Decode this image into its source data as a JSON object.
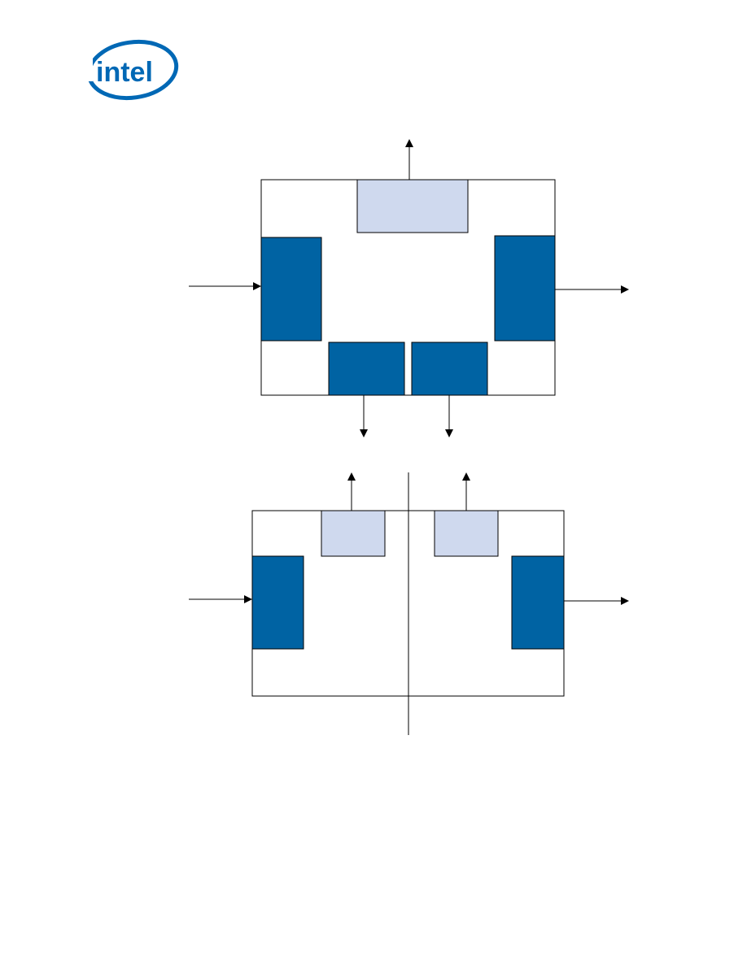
{
  "logo": {
    "text": "intel",
    "icon": "intel-logo-icon",
    "color": "#0068b5"
  },
  "colors": {
    "dark_block": "#0063a3",
    "light_block": "#cfd9ee",
    "frame_stroke": "#000000",
    "arrow": "#000000"
  },
  "diagrams": [
    {
      "name": "top-diagram",
      "blocks": [
        {
          "name": "top-center-block",
          "style": "light"
        },
        {
          "name": "left-input-block",
          "style": "dark"
        },
        {
          "name": "right-output-block",
          "style": "dark"
        },
        {
          "name": "bottom-left-block",
          "style": "dark"
        },
        {
          "name": "bottom-right-block",
          "style": "dark"
        }
      ],
      "arrows": [
        "arrow-up-from-top-block",
        "arrow-into-left-block",
        "arrow-out-of-right-block",
        "arrow-down-from-bottom-left-block",
        "arrow-down-from-bottom-right-block"
      ]
    },
    {
      "name": "bottom-diagram",
      "blocks": [
        {
          "name": "top-left-light-block",
          "style": "light"
        },
        {
          "name": "top-right-light-block",
          "style": "light"
        },
        {
          "name": "left-input-block",
          "style": "dark"
        },
        {
          "name": "right-output-block",
          "style": "dark"
        }
      ],
      "arrows": [
        "arrow-up-from-top-left-block",
        "arrow-up-from-top-right-block",
        "arrow-into-left-block",
        "arrow-out-of-right-block"
      ],
      "divider": "vertical-center-divider"
    }
  ]
}
